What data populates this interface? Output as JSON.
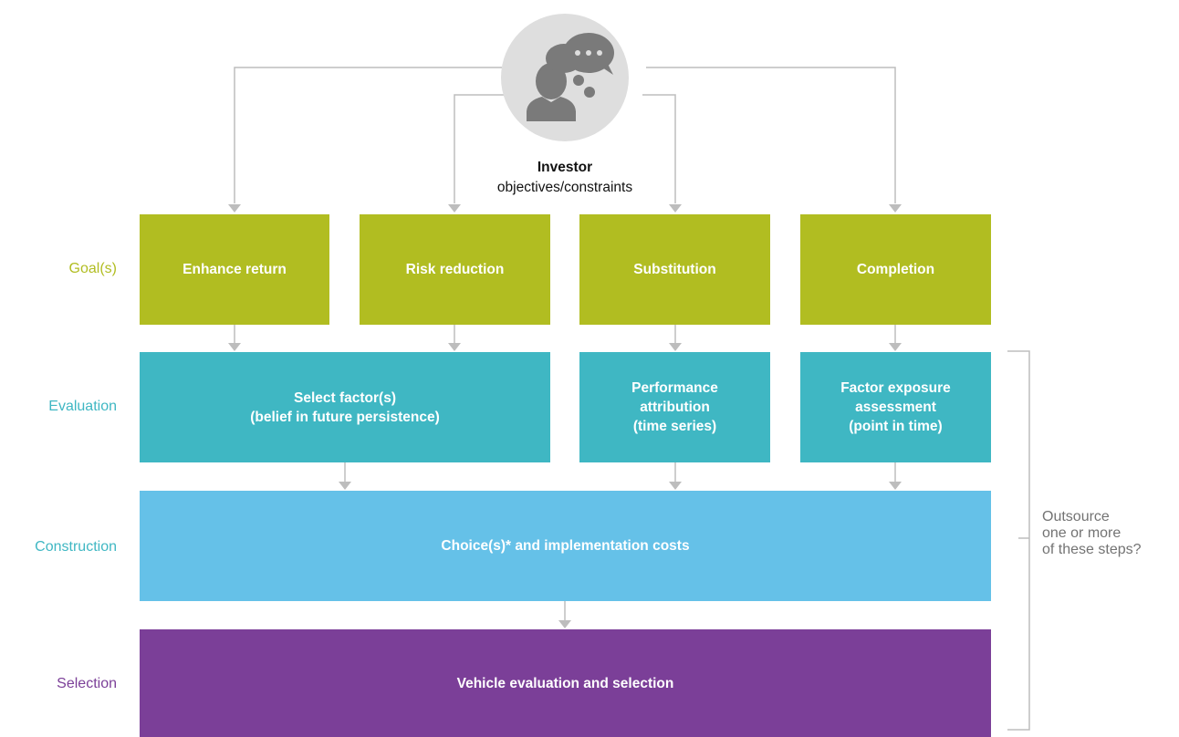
{
  "investor": {
    "title": "Investor",
    "subtitle": "objectives/constraints",
    "icon": "investor-thinking-icon"
  },
  "row_labels": {
    "goals": "Goal(s)",
    "evaluation": "Evaluation",
    "construction": "Construction",
    "selection": "Selection"
  },
  "goals": [
    "Enhance return",
    "Risk reduction",
    "Substitution",
    "Completion"
  ],
  "evaluation": {
    "select": [
      "Select factor(s)",
      "(belief in future persistence)"
    ],
    "performance": [
      "Performance",
      "attribution",
      "(time series)"
    ],
    "exposure": [
      "Factor exposure",
      "assessment",
      "(point in time)"
    ]
  },
  "construction": "Choice(s)* and implementation costs",
  "selection": "Vehicle evaluation and selection",
  "outsource_note": [
    "Outsource",
    "one or more",
    "of these steps?"
  ],
  "colors": {
    "goals": "#b1bd21",
    "evaluation": "#3fb7c3",
    "construction": "#65c1e8",
    "selection": "#7b3f98",
    "connector": "#bdbdbd",
    "icon_circle": "#dedede",
    "icon_figure": "#7a7a7a"
  }
}
